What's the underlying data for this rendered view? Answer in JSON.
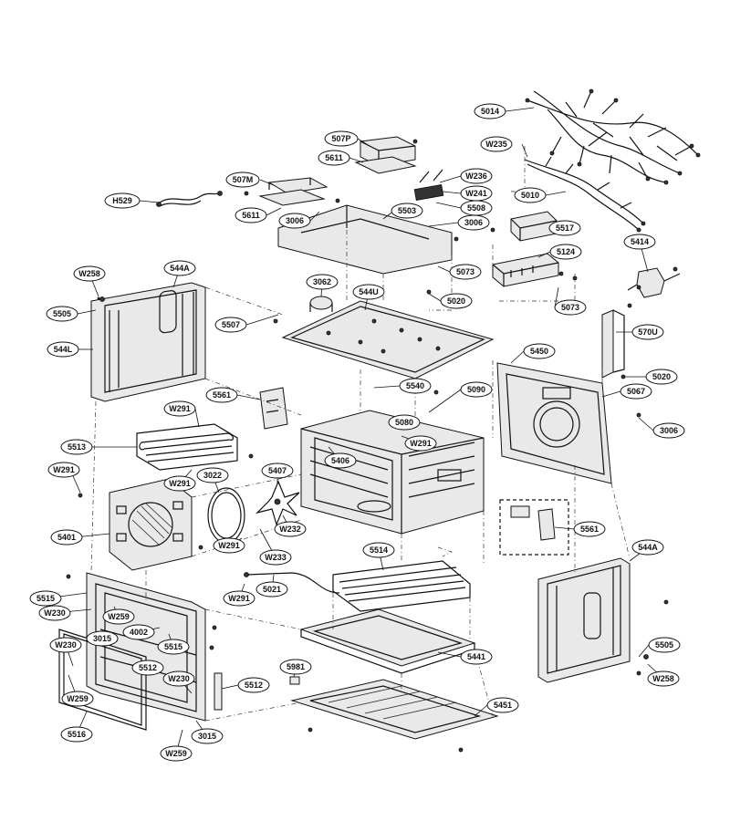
{
  "callouts": [
    {
      "id": "5014",
      "label": "5014"
    },
    {
      "id": "W235",
      "label": "W235"
    },
    {
      "id": "507P",
      "label": "507P"
    },
    {
      "id": "5611a",
      "label": "5611"
    },
    {
      "id": "W236",
      "label": "W236"
    },
    {
      "id": "507M",
      "label": "507M"
    },
    {
      "id": "W241",
      "label": "W241"
    },
    {
      "id": "5010",
      "label": "5010"
    },
    {
      "id": "H529",
      "label": "H529"
    },
    {
      "id": "5508",
      "label": "5508"
    },
    {
      "id": "5503",
      "label": "5503"
    },
    {
      "id": "5611b",
      "label": "5611"
    },
    {
      "id": "3006a",
      "label": "3006"
    },
    {
      "id": "3006b",
      "label": "3006"
    },
    {
      "id": "5517",
      "label": "5517"
    },
    {
      "id": "5124",
      "label": "5124"
    },
    {
      "id": "5414",
      "label": "5414"
    },
    {
      "id": "5073a",
      "label": "5073"
    },
    {
      "id": "W258a",
      "label": "W258"
    },
    {
      "id": "544Aa",
      "label": "544A"
    },
    {
      "id": "3062",
      "label": "3062"
    },
    {
      "id": "544U",
      "label": "544U"
    },
    {
      "id": "5020a",
      "label": "5020"
    },
    {
      "id": "5505a",
      "label": "5505"
    },
    {
      "id": "5073b",
      "label": "5073"
    },
    {
      "id": "5507",
      "label": "5507"
    },
    {
      "id": "570U",
      "label": "570U"
    },
    {
      "id": "544L",
      "label": "544L"
    },
    {
      "id": "5450",
      "label": "5450"
    },
    {
      "id": "5020b",
      "label": "5020"
    },
    {
      "id": "5540",
      "label": "5540"
    },
    {
      "id": "5090",
      "label": "5090"
    },
    {
      "id": "5067",
      "label": "5067"
    },
    {
      "id": "5561a",
      "label": "5561"
    },
    {
      "id": "W291a",
      "label": "W291"
    },
    {
      "id": "3006c",
      "label": "3006"
    },
    {
      "id": "5080",
      "label": "5080"
    },
    {
      "id": "5513",
      "label": "5513"
    },
    {
      "id": "W291b",
      "label": "W291"
    },
    {
      "id": "5406",
      "label": "5406"
    },
    {
      "id": "W291c",
      "label": "W291"
    },
    {
      "id": "3022",
      "label": "3022"
    },
    {
      "id": "5407",
      "label": "5407"
    },
    {
      "id": "W291d",
      "label": "W291"
    },
    {
      "id": "5401",
      "label": "5401"
    },
    {
      "id": "W232",
      "label": "W232"
    },
    {
      "id": "5561b",
      "label": "5561"
    },
    {
      "id": "W291e",
      "label": "W291"
    },
    {
      "id": "5514",
      "label": "5514"
    },
    {
      "id": "W233",
      "label": "W233"
    },
    {
      "id": "544Ab",
      "label": "544A"
    },
    {
      "id": "5021",
      "label": "5021"
    },
    {
      "id": "W291f",
      "label": "W291"
    },
    {
      "id": "5515a",
      "label": "5515"
    },
    {
      "id": "W230a",
      "label": "W230"
    },
    {
      "id": "W259a",
      "label": "W259"
    },
    {
      "id": "4002",
      "label": "4002"
    },
    {
      "id": "3015a",
      "label": "3015"
    },
    {
      "id": "5515b",
      "label": "5515"
    },
    {
      "id": "W230b",
      "label": "W230"
    },
    {
      "id": "5441",
      "label": "5441"
    },
    {
      "id": "5505b",
      "label": "5505"
    },
    {
      "id": "5512a",
      "label": "5512"
    },
    {
      "id": "W230c",
      "label": "W230"
    },
    {
      "id": "5981",
      "label": "5981"
    },
    {
      "id": "W258b",
      "label": "W258"
    },
    {
      "id": "5512b",
      "label": "5512"
    },
    {
      "id": "W259b",
      "label": "W259"
    },
    {
      "id": "5451",
      "label": "5451"
    },
    {
      "id": "5516",
      "label": "5516"
    },
    {
      "id": "3015b",
      "label": "3015"
    },
    {
      "id": "W259c",
      "label": "W259"
    }
  ]
}
